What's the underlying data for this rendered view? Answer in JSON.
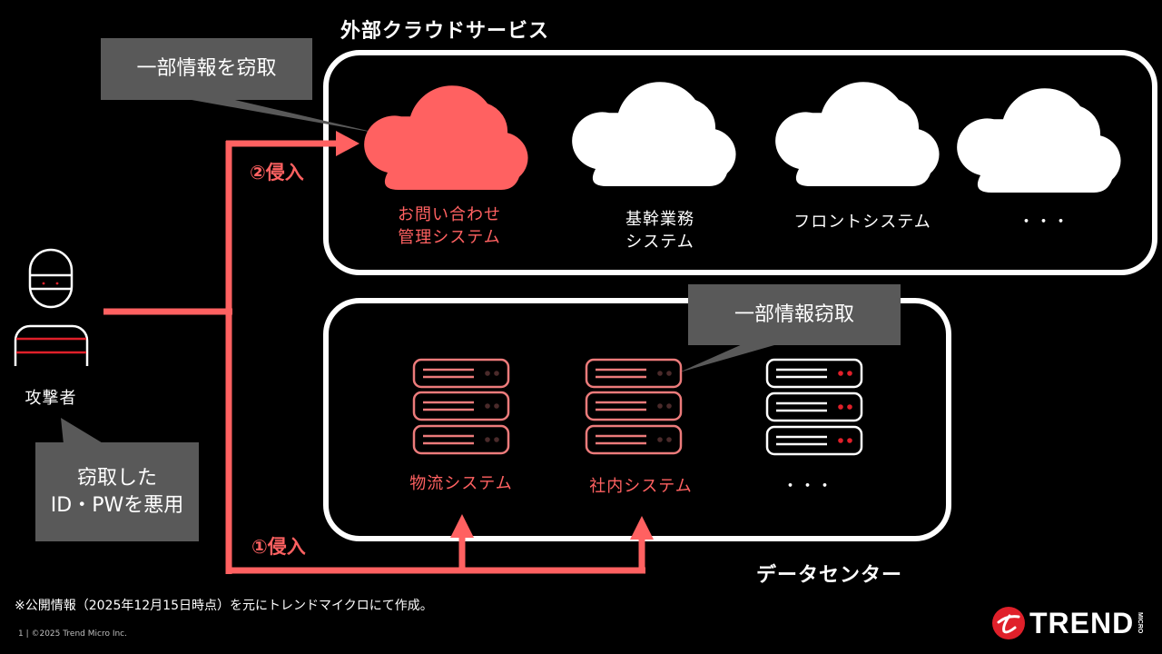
{
  "colors": {
    "accent": "#ff6161",
    "callout_bg": "#595959",
    "background": "#000000",
    "white": "#ffffff",
    "server_dot_dark": "#4a2a2a",
    "server_dot_red": "#e0202a"
  },
  "cloud_section": {
    "title": "外部クラウドサービス",
    "callout": "一部情報を窃取",
    "step_label": "②侵入",
    "systems": [
      {
        "name": "お問い合わせ\n管理システム",
        "line1": "お問い合わせ",
        "line2": "管理システム",
        "icon": "cloud-icon",
        "compromised": true
      },
      {
        "name": "基幹業務\nシステム",
        "line1": "基幹業務",
        "line2": "システム",
        "icon": "cloud-icon",
        "compromised": false
      },
      {
        "name": "フロントシステム",
        "line1": "フロントシステム",
        "line2": "",
        "icon": "cloud-icon",
        "compromised": false
      },
      {
        "name": "・・・",
        "line1": "・・・",
        "line2": "",
        "icon": "cloud-icon",
        "compromised": false
      }
    ]
  },
  "datacenter_section": {
    "title": "データセンター",
    "callout": "一部情報窃取",
    "step_label": "①侵入",
    "systems": [
      {
        "name": "物流システム",
        "icon": "server-icon",
        "compromised": true
      },
      {
        "name": "社内システム",
        "icon": "server-icon",
        "compromised": true
      },
      {
        "name": "・・・",
        "icon": "server-icon",
        "compromised": false
      }
    ]
  },
  "attacker": {
    "label": "攻撃者",
    "icon": "attacker-icon",
    "callout_line1": "窃取した",
    "callout_line2": "ID・PWを悪用"
  },
  "footer": {
    "note": "※公開情報（2025年12月15日時点）を元にトレンドマイクロにて作成。",
    "copyright": "1 | ©2025 Trend Micro Inc.",
    "logo_text": "TREND",
    "logo_sub": "MICRO"
  }
}
